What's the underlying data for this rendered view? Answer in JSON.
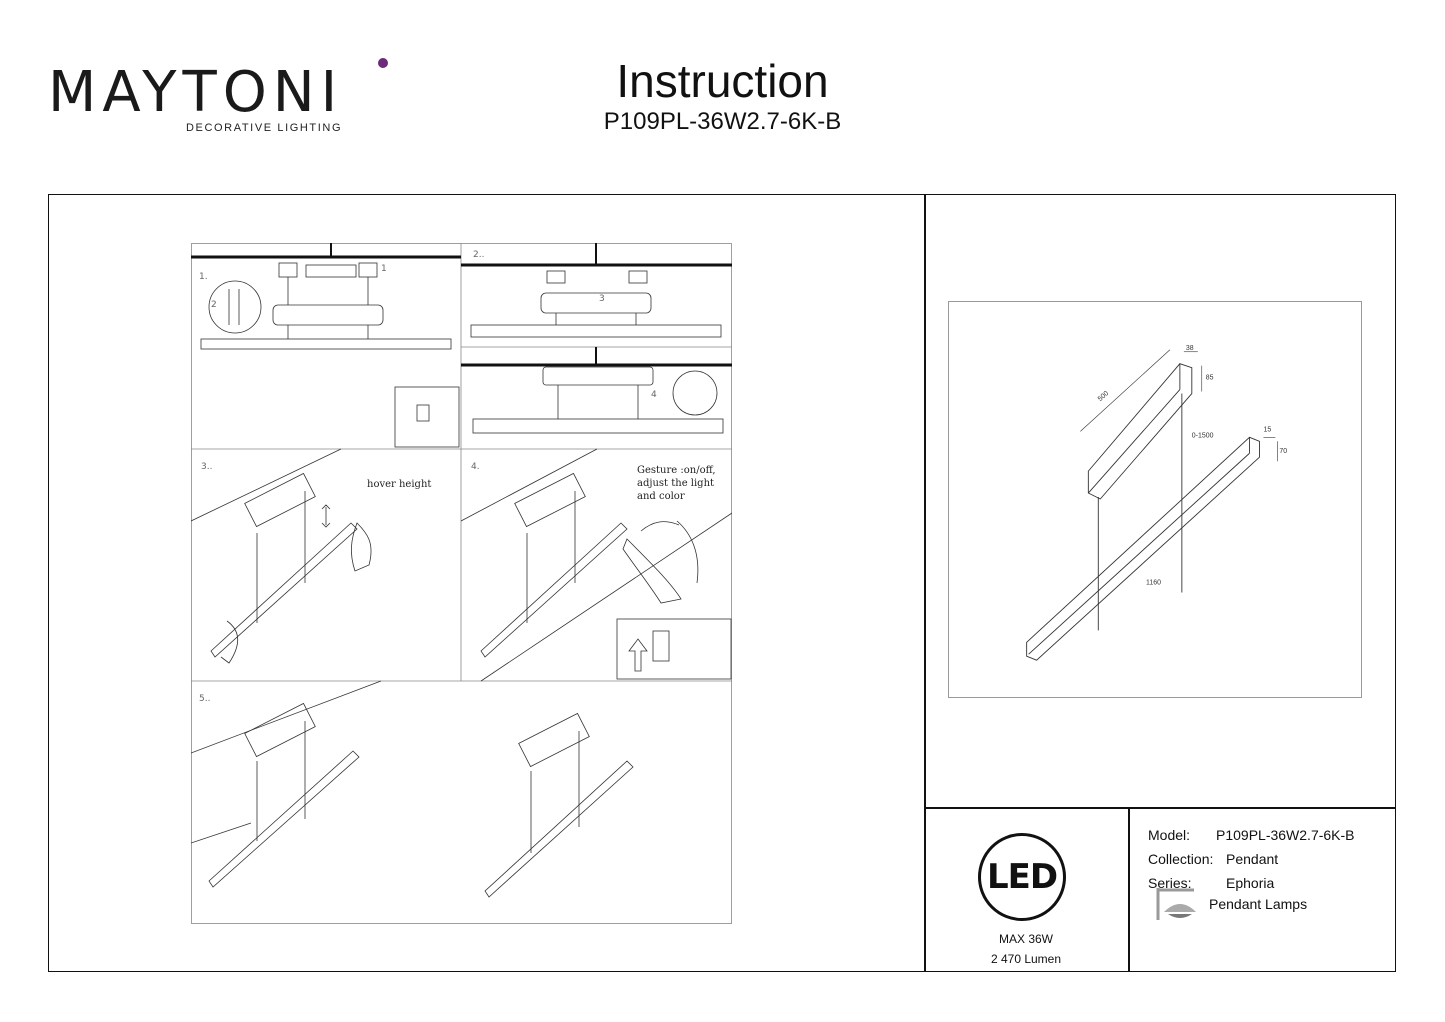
{
  "brand": {
    "name": "MAYTONI",
    "tagline": "DECORATIVE LIGHTING",
    "accent": "#6b2a7a"
  },
  "header": {
    "title": "Instruction",
    "model": "P109PL-36W2.7-6K-B"
  },
  "steps": [
    {
      "label": "1.",
      "markers": [
        "1",
        "2"
      ]
    },
    {
      "label": "2..",
      "markers": [
        "3",
        "4"
      ]
    },
    {
      "label": "3..",
      "note": "hover height"
    },
    {
      "label": "4.",
      "note_lines": [
        "Gesture :on/off,",
        "adjust the light",
        "and color"
      ]
    },
    {
      "label": "5.."
    }
  ],
  "dimensions": {
    "base_length": "500",
    "base_width": "38",
    "base_height": "85",
    "cable": "0-1500",
    "bar_width": "15",
    "bar_height": "70",
    "bar_length": "1160"
  },
  "badge": {
    "text": "LED",
    "power": "MAX 36W",
    "lumen": "2 470 Lumen"
  },
  "specs": {
    "model_label": "Model:",
    "model_value": "P109PL-36W2.7-6K-B",
    "collection_label": "Collection:",
    "collection_value": "Pendant",
    "series_label": "Series:",
    "series_value": "Ephoria",
    "type_value": "Pendant Lamps",
    "type_icon": "pendant-lamp-icon"
  }
}
